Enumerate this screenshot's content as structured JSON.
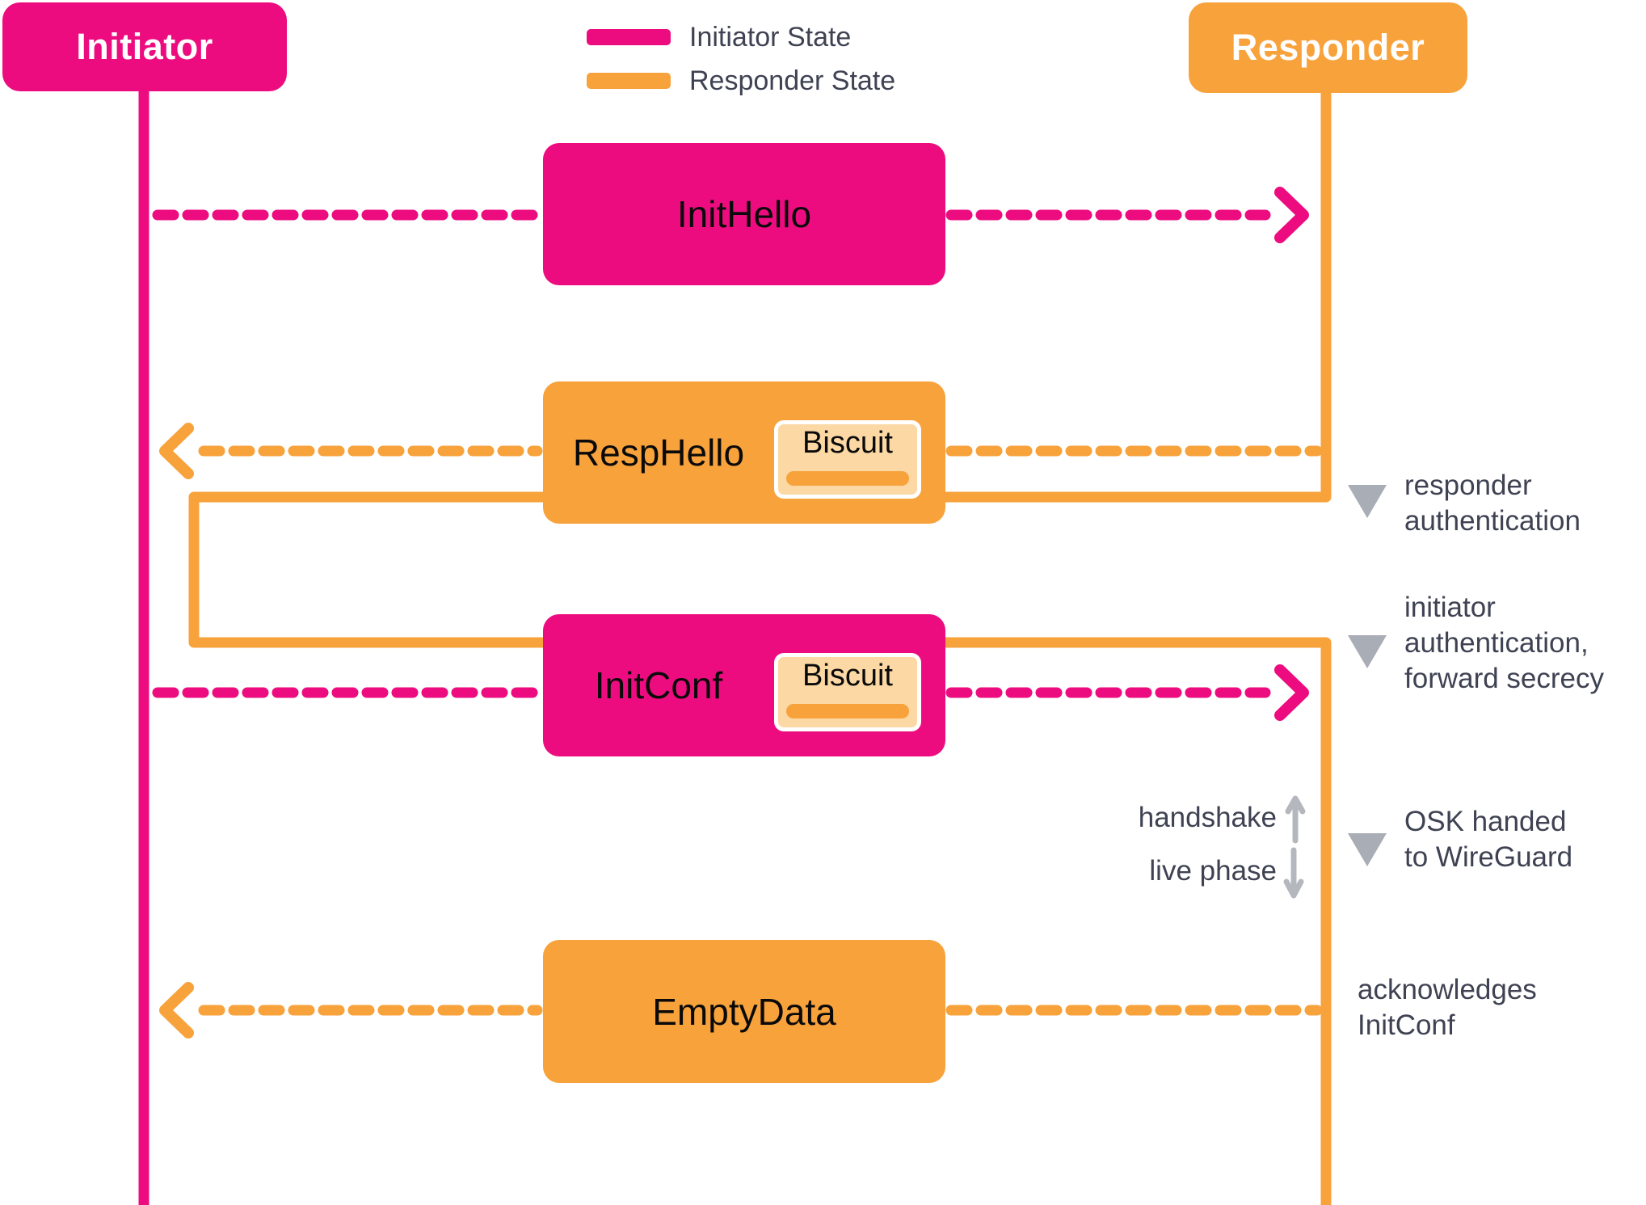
{
  "colors": {
    "initiator": "#ed0c7f",
    "responder": "#f8a23c",
    "biscuit_fill": "#fbd8a4",
    "annotation_text": "#3e4252",
    "annotation_marker": "#a9adb5",
    "arrow_gray": "#b4b8be"
  },
  "actors": {
    "initiator": {
      "label": "Initiator"
    },
    "responder": {
      "label": "Responder"
    }
  },
  "legend": {
    "items": [
      {
        "label": "Initiator State",
        "color": "#ed0c7f"
      },
      {
        "label": "Responder State",
        "color": "#f8a23c"
      }
    ]
  },
  "messages": [
    {
      "label": "InitHello",
      "from": "initiator",
      "to": "responder",
      "biscuit_label": null,
      "arrow": "dashed-right"
    },
    {
      "label": "RespHello",
      "from": "responder",
      "to": "initiator",
      "biscuit_label": "Biscuit",
      "arrow": "dashed-left"
    },
    {
      "label": "InitConf",
      "from": "initiator",
      "to": "responder",
      "biscuit_label": "Biscuit",
      "arrow": "dashed-right"
    },
    {
      "label": "EmptyData",
      "from": "responder",
      "to": "initiator",
      "biscuit_label": null,
      "arrow": "dashed-left"
    }
  ],
  "annotations": [
    {
      "id": "responder-authentication",
      "lines": [
        "responder",
        "authentication"
      ],
      "marker": "triangle-down"
    },
    {
      "id": "initiator-authentication",
      "lines": [
        "initiator",
        "authentication,",
        "forward secrecy"
      ],
      "marker": "triangle-down"
    },
    {
      "id": "osk-handed-to-wireguard",
      "lines": [
        "OSK handed",
        "to WireGuard"
      ],
      "marker": "triangle-down"
    },
    {
      "id": "acknowledges-initconf",
      "lines": [
        "acknowledges",
        "InitConf"
      ],
      "marker": "none"
    }
  ],
  "phase_divider": {
    "handshake_label": "handshake",
    "live_phase_label": "live phase"
  }
}
